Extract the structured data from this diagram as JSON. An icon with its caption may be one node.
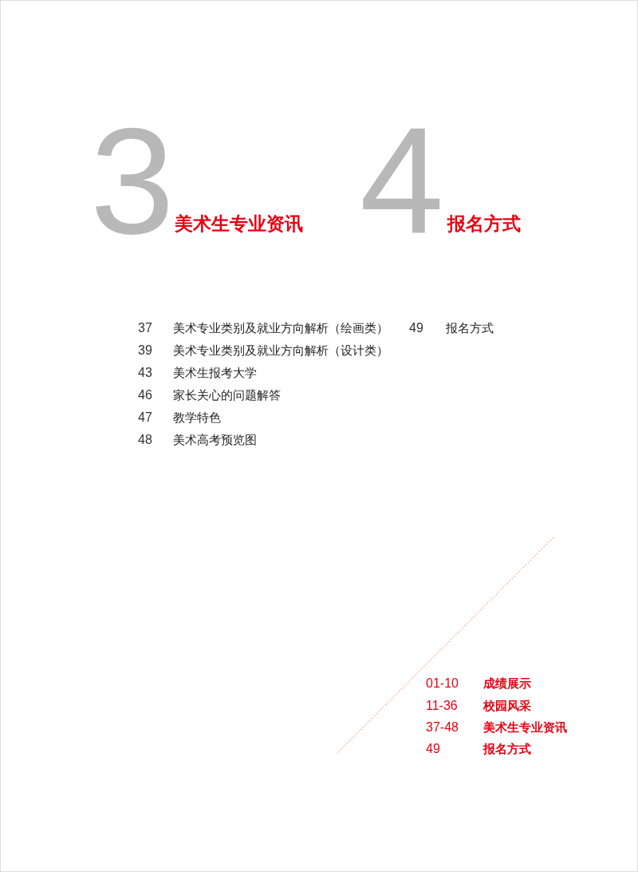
{
  "diagram": {
    "labels": [
      "3",
      "美术生专业资讯",
      "4",
      "报名方式",
      "37",
      "美术专业类别及就业方向解析（绘画类）",
      "49",
      "报名方式",
      "39",
      "美术专业类别及就业方向解析（设计类）",
      "43",
      "美术生报考大学",
      "46",
      "家长关心的问题解答",
      "47",
      "教学特色",
      "48",
      "美术高考预览图",
      "01-10",
      "成绩展示",
      "11-36",
      "校园风采",
      "37-48",
      "美术生专业资讯",
      "49",
      "报名方式"
    ]
  }
}
